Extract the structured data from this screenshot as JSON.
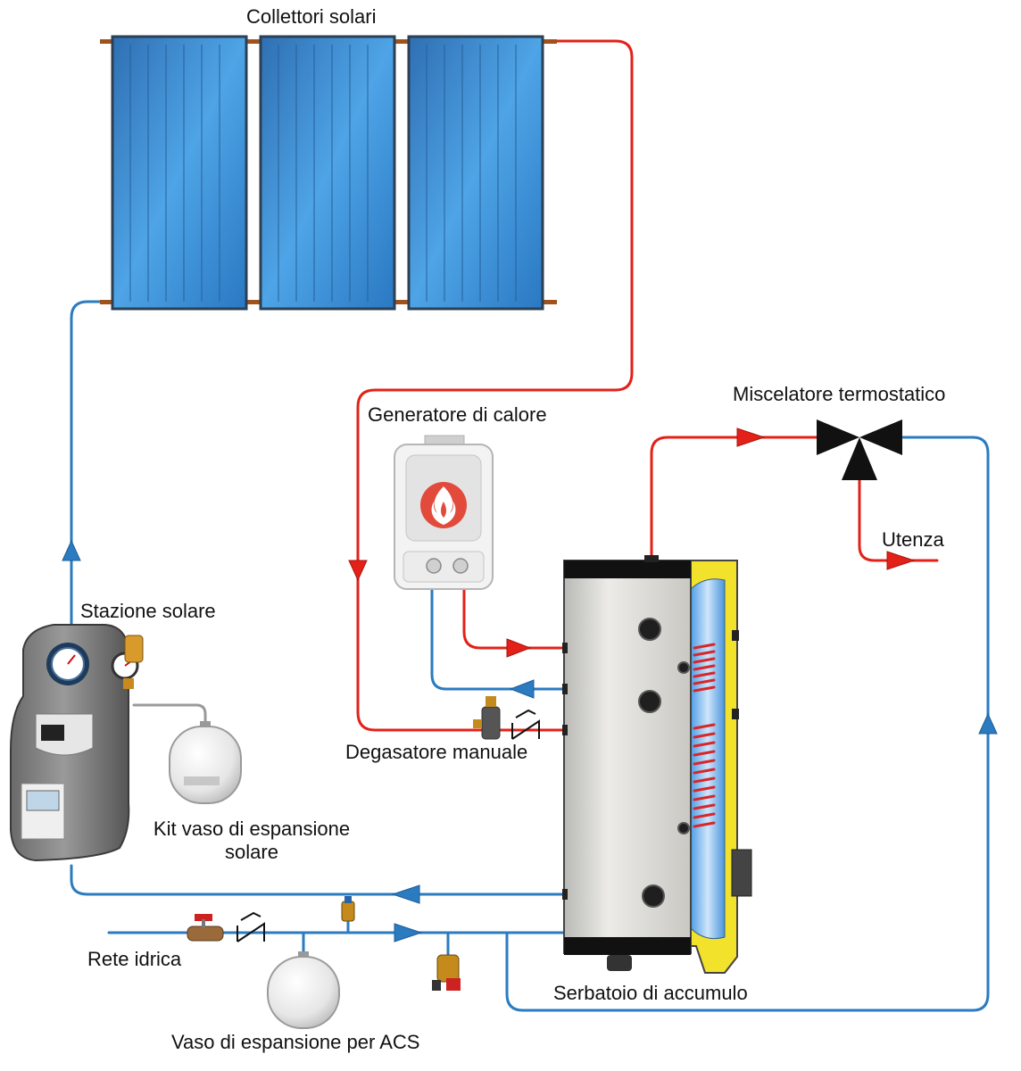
{
  "labels": {
    "collectors": "Collettori solari",
    "heat_generator": "Generatore di calore",
    "mixer": "Miscelatore termostatico",
    "user": "Utenza",
    "solar_station": "Stazione solare",
    "deaerator": "Degasatore manuale",
    "expansion_kit_line1": "Kit vaso di espansione",
    "expansion_kit_line2": "solare",
    "water_mains": "Rete idrica",
    "storage_tank": "Serbatoio di accumulo",
    "dhw_expansion": "Vaso di espansione per ACS"
  },
  "colors": {
    "hot_pipe": "#e32119",
    "cold_pipe": "#2b7bc0",
    "panel_blue": "#3d8fd6",
    "tank_gray": "#d9d9d6",
    "tank_insulation": "#f3e22b",
    "copper": "#a0521d"
  },
  "icons": [
    "flame-icon",
    "check-valve-icon",
    "ball-valve-icon",
    "flow-arrow-icon",
    "thermostatic-mixer-icon"
  ]
}
